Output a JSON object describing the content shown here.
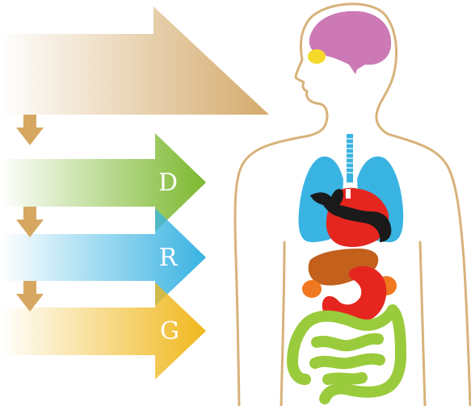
{
  "arrows": [
    {
      "label": "",
      "color": "#d4aa6c"
    },
    {
      "label": "D",
      "color": "#7cb82f"
    },
    {
      "label": "R",
      "color": "#39b3e2"
    },
    {
      "label": "G",
      "color": "#f0b81d"
    }
  ],
  "step_arrow_color": "#d6a761",
  "body_outline_color": "#d7b27a",
  "organs": {
    "brain": "#cc79b6",
    "pituitary": "#f5da2c",
    "trachea": "#39b3e2",
    "lungs": "#39b3e2",
    "heart": "#e5261f",
    "heart_vessels": "#1a1a1a",
    "liver": "#c2601c",
    "gallbladder": "#f07820",
    "stomach": "#e5261f",
    "intestines": "#9acb3c"
  }
}
